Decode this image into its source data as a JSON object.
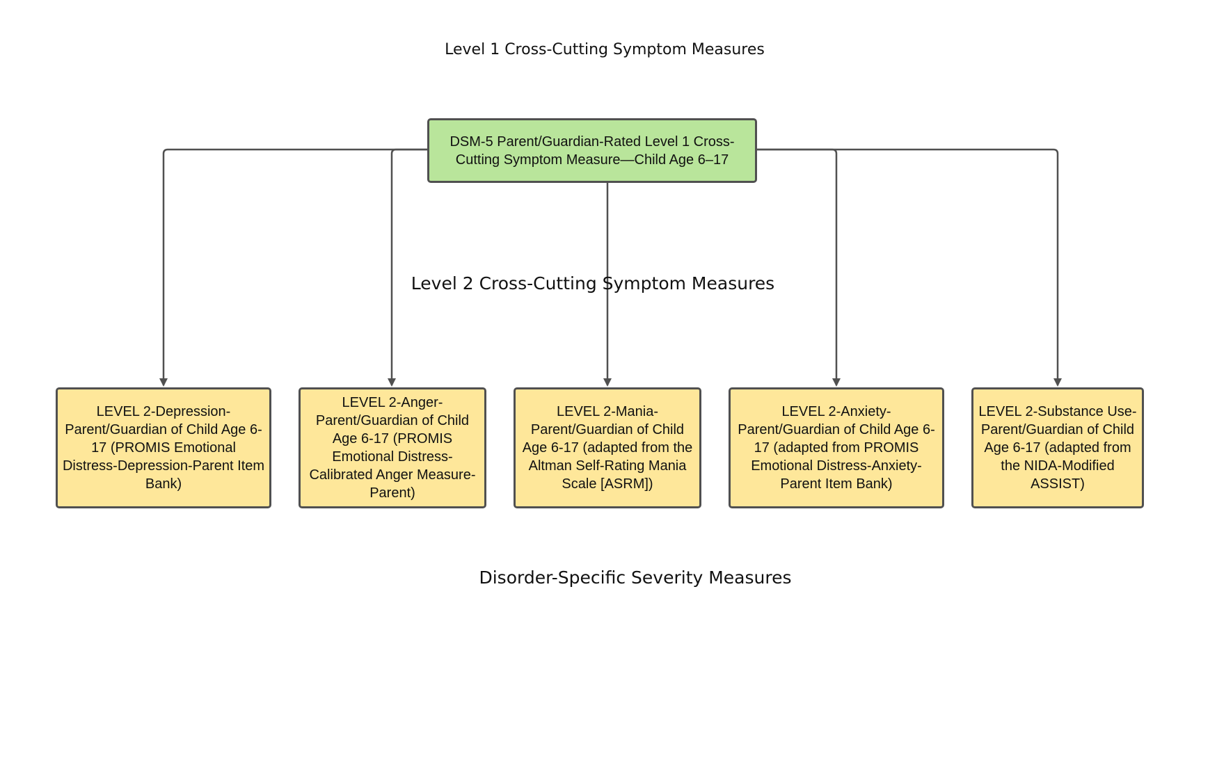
{
  "section_labels": {
    "level1": "Level 1 Cross-Cutting Symptom Measures",
    "level2": "Level 2 Cross-Cutting Symptom Measures",
    "severity": "Disorder-Specific Severity Measures"
  },
  "root": {
    "text": "DSM-5 Parent/Guardian-Rated Level 1 Cross-Cutting Symptom Measure—Child Age 6–17"
  },
  "children": [
    {
      "text": "LEVEL 2-Depression-Parent/Guardian of Child Age 6-17 (PROMIS Emotional Distress-Depression-Parent Item Bank)"
    },
    {
      "text": "LEVEL 2-Anger-Parent/Guardian of Child Age 6-17 (PROMIS Emotional Distress-Calibrated Anger Measure-Parent)"
    },
    {
      "text": "LEVEL 2-Mania-Parent/Guardian of Child Age 6-17 (adapted from the Altman Self-Rating Mania Scale [ASRM])"
    },
    {
      "text": "LEVEL 2-Anxiety-Parent/Guardian of Child Age 6-17 (adapted from PROMIS Emotional Distress-Anxiety-Parent Item Bank)"
    },
    {
      "text": "LEVEL 2-Substance Use-Parent/Guardian of Child Age 6-17 (adapted from the NIDA-Modified ASSIST)"
    }
  ],
  "colors": {
    "root_fill": "#b9e59b",
    "child_fill": "#fee79a",
    "border": "#505050",
    "connector": "#505050"
  }
}
